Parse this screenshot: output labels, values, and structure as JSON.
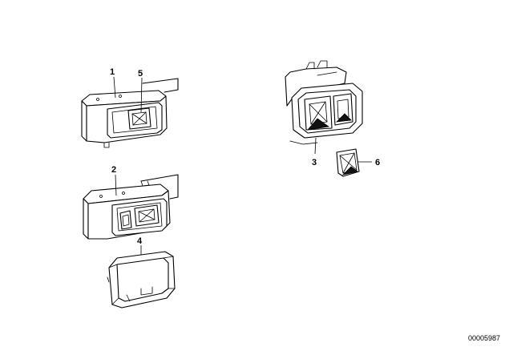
{
  "callouts": {
    "c1": "1",
    "c2": "2",
    "c3": "3",
    "c4": "4",
    "c5": "5",
    "c6": "6"
  },
  "diagram_code": "00005987",
  "colors": {
    "line": "#000000",
    "background": "#ffffff"
  }
}
